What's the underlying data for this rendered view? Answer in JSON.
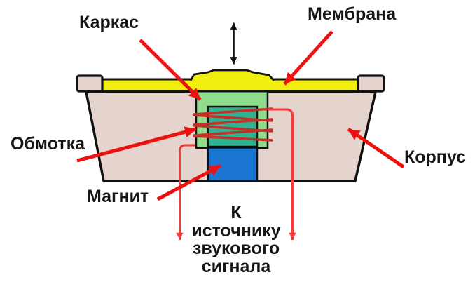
{
  "diagram": {
    "subject": "dynamic-speaker-cross-section",
    "labels": {
      "karkas": "Каркас",
      "membrana": "Мембрана",
      "obmotka": "Обмотка",
      "korpus": "Корпус",
      "magnit": "Магнит"
    },
    "source_label": {
      "lines": [
        "К",
        "источнику",
        "звукового",
        "сигнала"
      ]
    },
    "colors": {
      "housing": "#e5d4cd",
      "membrane": "#f2ee10",
      "former": "#8edc8c",
      "coil_area": "#2fb492",
      "magnet": "#1b76d1",
      "arrow": "#ee1111",
      "wire": "#f23b3b",
      "coil_wire": "#c23028",
      "outline": "#111111",
      "motion_arrow": "#111111"
    }
  }
}
